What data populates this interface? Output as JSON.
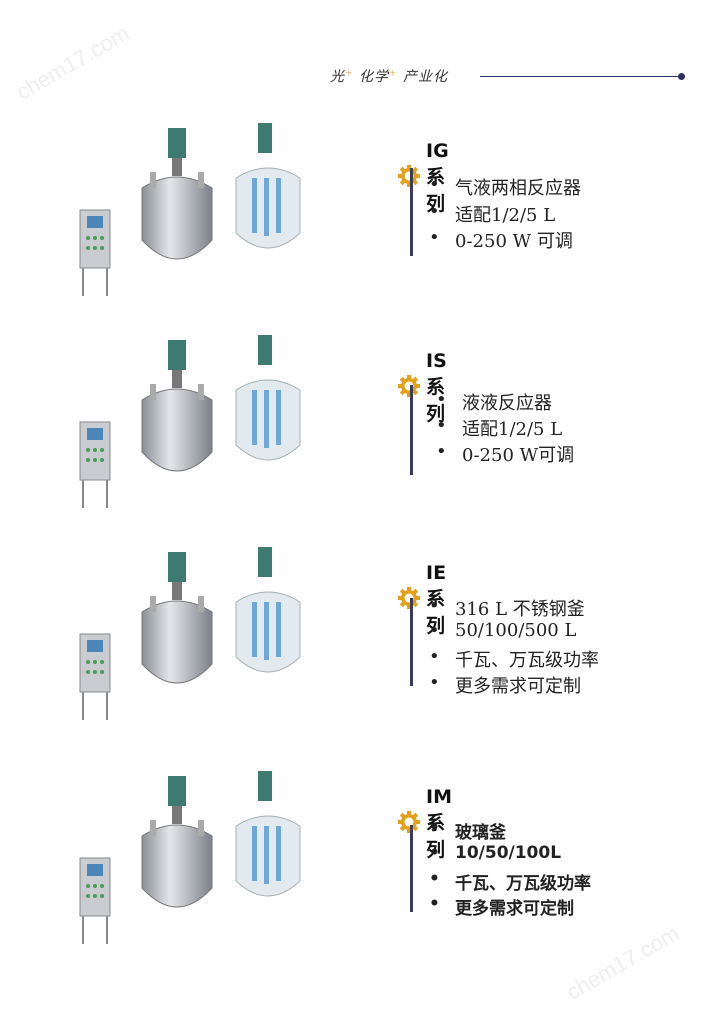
{
  "header": {
    "parts": [
      "光",
      "化学",
      "产业化"
    ],
    "plus": "+"
  },
  "watermark": "chem17.com",
  "series": [
    {
      "title": "IG系列",
      "items": [
        "气液两相反应器",
        "适配1/2/5 L",
        "0-250 W 可调"
      ]
    },
    {
      "title": "IS系列",
      "items": [
        "液液反应器",
        "适配1/2/5 L",
        "0-250 W可调"
      ]
    },
    {
      "title": "IE系列",
      "items": [
        "316 L  不锈钢釜",
        "50/100/500 L",
        "千瓦、万瓦级功率",
        "更多需求可定制"
      ]
    },
    {
      "title": "IM系列",
      "items": [
        "玻璃釜",
        "10/50/100L",
        "千瓦、万瓦级功率",
        "更多需求可定制"
      ]
    }
  ],
  "colors": {
    "accent": "#e3a21a",
    "navy": "#2d2f5e"
  }
}
